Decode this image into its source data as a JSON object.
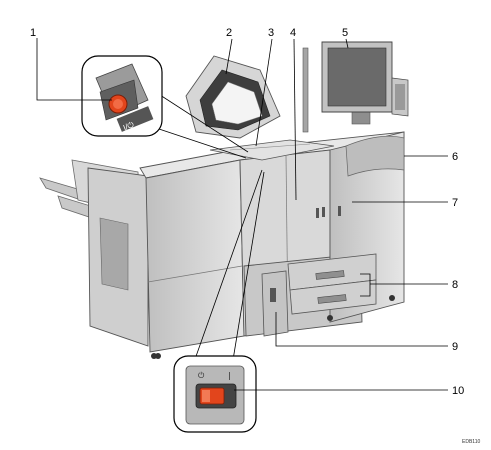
{
  "diagram": {
    "figure_id": "EDB110",
    "callouts": [
      "1",
      "2",
      "3",
      "4",
      "5",
      "6",
      "7",
      "8",
      "9",
      "10"
    ],
    "inset_top": {
      "label": "I/⏻",
      "button_color": "#e2451c"
    },
    "inset_bottom": {
      "standby_symbol": "⏻",
      "on_symbol": "|",
      "switch_color": "#e2451c"
    }
  }
}
